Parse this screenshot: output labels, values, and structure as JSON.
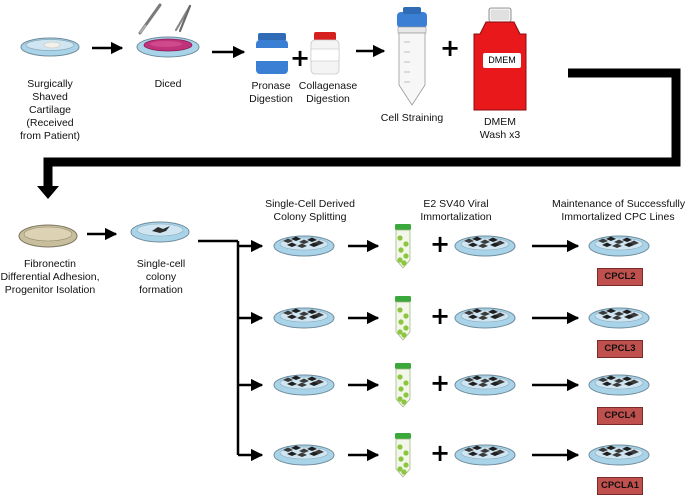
{
  "top_row": {
    "cartilage": [
      "Surgically",
      "Shaved",
      "Cartilage",
      "(Received",
      "from Patient)"
    ],
    "diced": [
      "Diced"
    ],
    "pronase": [
      "Pronase",
      "Digestion"
    ],
    "collagenase": [
      "Collagenase",
      "Digestion"
    ],
    "straining": [
      "Cell Straining"
    ],
    "dmem": [
      "DMEM",
      "Wash x3"
    ],
    "dmem_bottle_label": "DMEM"
  },
  "bottom_row": {
    "fibronectin": [
      "Fibronectin",
      "Differential Adhesion,",
      "Progenitor Isolation"
    ],
    "single_cell": [
      "Single-cell",
      "colony",
      "formation"
    ],
    "splitting": [
      "Single-Cell Derived",
      "Colony Splitting"
    ],
    "immortalization": [
      "E2 SV40 Viral",
      "Immortalization"
    ],
    "maintenance": [
      "Maintenance of Successfully",
      "Immortalized CPC Lines"
    ]
  },
  "plus_sign": "+",
  "cell_lines": [
    "CPCL2",
    "CPCL3",
    "CPCL4",
    "CPCLA1"
  ],
  "colors": {
    "cell_line_box": "#c0504d",
    "dmem_bottle": "#e8181b",
    "pronase_jar": "#3b7fd4",
    "collagenase_cap": "#d62020",
    "culture_dish": "#a9d3e8",
    "diced_tissue": "#c0327a",
    "virus_tube": "#8cc63f"
  }
}
